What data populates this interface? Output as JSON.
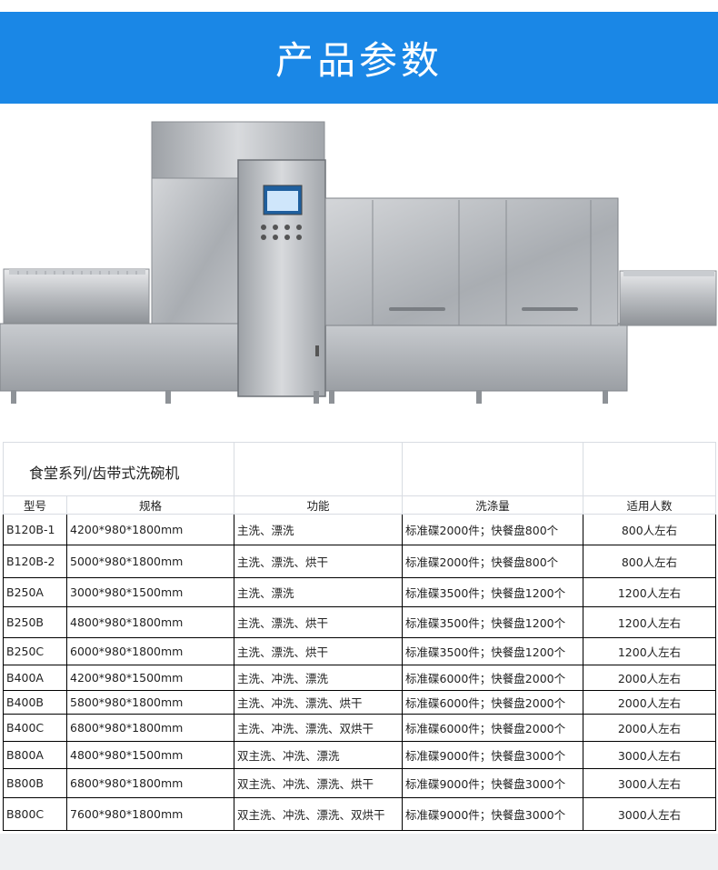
{
  "banner": {
    "title": "产品参数",
    "color": "#1a87e6"
  },
  "product_image": {
    "alt": "conveyor dishwasher"
  },
  "table": {
    "caption": "食堂系列/齿带式洗碗机",
    "headers": [
      "型号",
      "规格",
      "功能",
      "洗涤量",
      "适用人数"
    ],
    "rows": [
      {
        "model": "B120B-1",
        "spec": "4200*980*1800mm",
        "func": "主洗、漂洗",
        "capacity": "标准碟2000件；快餐盘800个",
        "people": "800人左右"
      },
      {
        "model": "B120B-2",
        "spec": "5000*980*1800mm",
        "func": "主洗、漂洗、烘干",
        "capacity": "标准碟2000件；快餐盘800个",
        "people": "800人左右"
      },
      {
        "model": "B250A",
        "spec": "3000*980*1500mm",
        "func": "主洗、漂洗",
        "capacity": "标准碟3500件；快餐盘1200个",
        "people": "1200人左右"
      },
      {
        "model": "B250B",
        "spec": "4800*980*1800mm",
        "func": "主洗、漂洗、烘干",
        "capacity": "标准碟3500件；快餐盘1200个",
        "people": "1200人左右"
      },
      {
        "model": "B250C",
        "spec": "6000*980*1800mm",
        "func": "主洗、漂洗、烘干",
        "capacity": "标准碟3500件；快餐盘1200个",
        "people": "1200人左右"
      },
      {
        "model": "B400A",
        "spec": "4200*980*1500mm",
        "func": "主洗、冲洗、漂洗",
        "capacity": "标准碟6000件；快餐盘2000个",
        "people": "2000人左右"
      },
      {
        "model": "B400B",
        "spec": "5800*980*1800mm",
        "func": "主洗、冲洗、漂洗、烘干",
        "capacity": "标准碟6000件；快餐盘2000个",
        "people": "2000人左右"
      },
      {
        "model": "B400C",
        "spec": "6800*980*1800mm",
        "func": "主洗、冲洗、漂洗、双烘干",
        "capacity": "标准碟6000件；快餐盘2000个",
        "people": "2000人左右"
      },
      {
        "model": "B800A",
        "spec": "4800*980*1500mm",
        "func": "双主洗、冲洗、漂洗",
        "capacity": "标准碟9000件；快餐盘3000个",
        "people": "3000人左右"
      },
      {
        "model": "B800B",
        "spec": "6800*980*1800mm",
        "func": "双主洗、冲洗、漂洗、烘干",
        "capacity": "标准碟9000件；快餐盘3000个",
        "people": "3000人左右"
      },
      {
        "model": "B800C",
        "spec": "7600*980*1800mm",
        "func": "双主洗、冲洗、漂洗、双烘干",
        "capacity": "标准碟9000件；快餐盘3000个",
        "people": "3000人左右"
      }
    ]
  }
}
